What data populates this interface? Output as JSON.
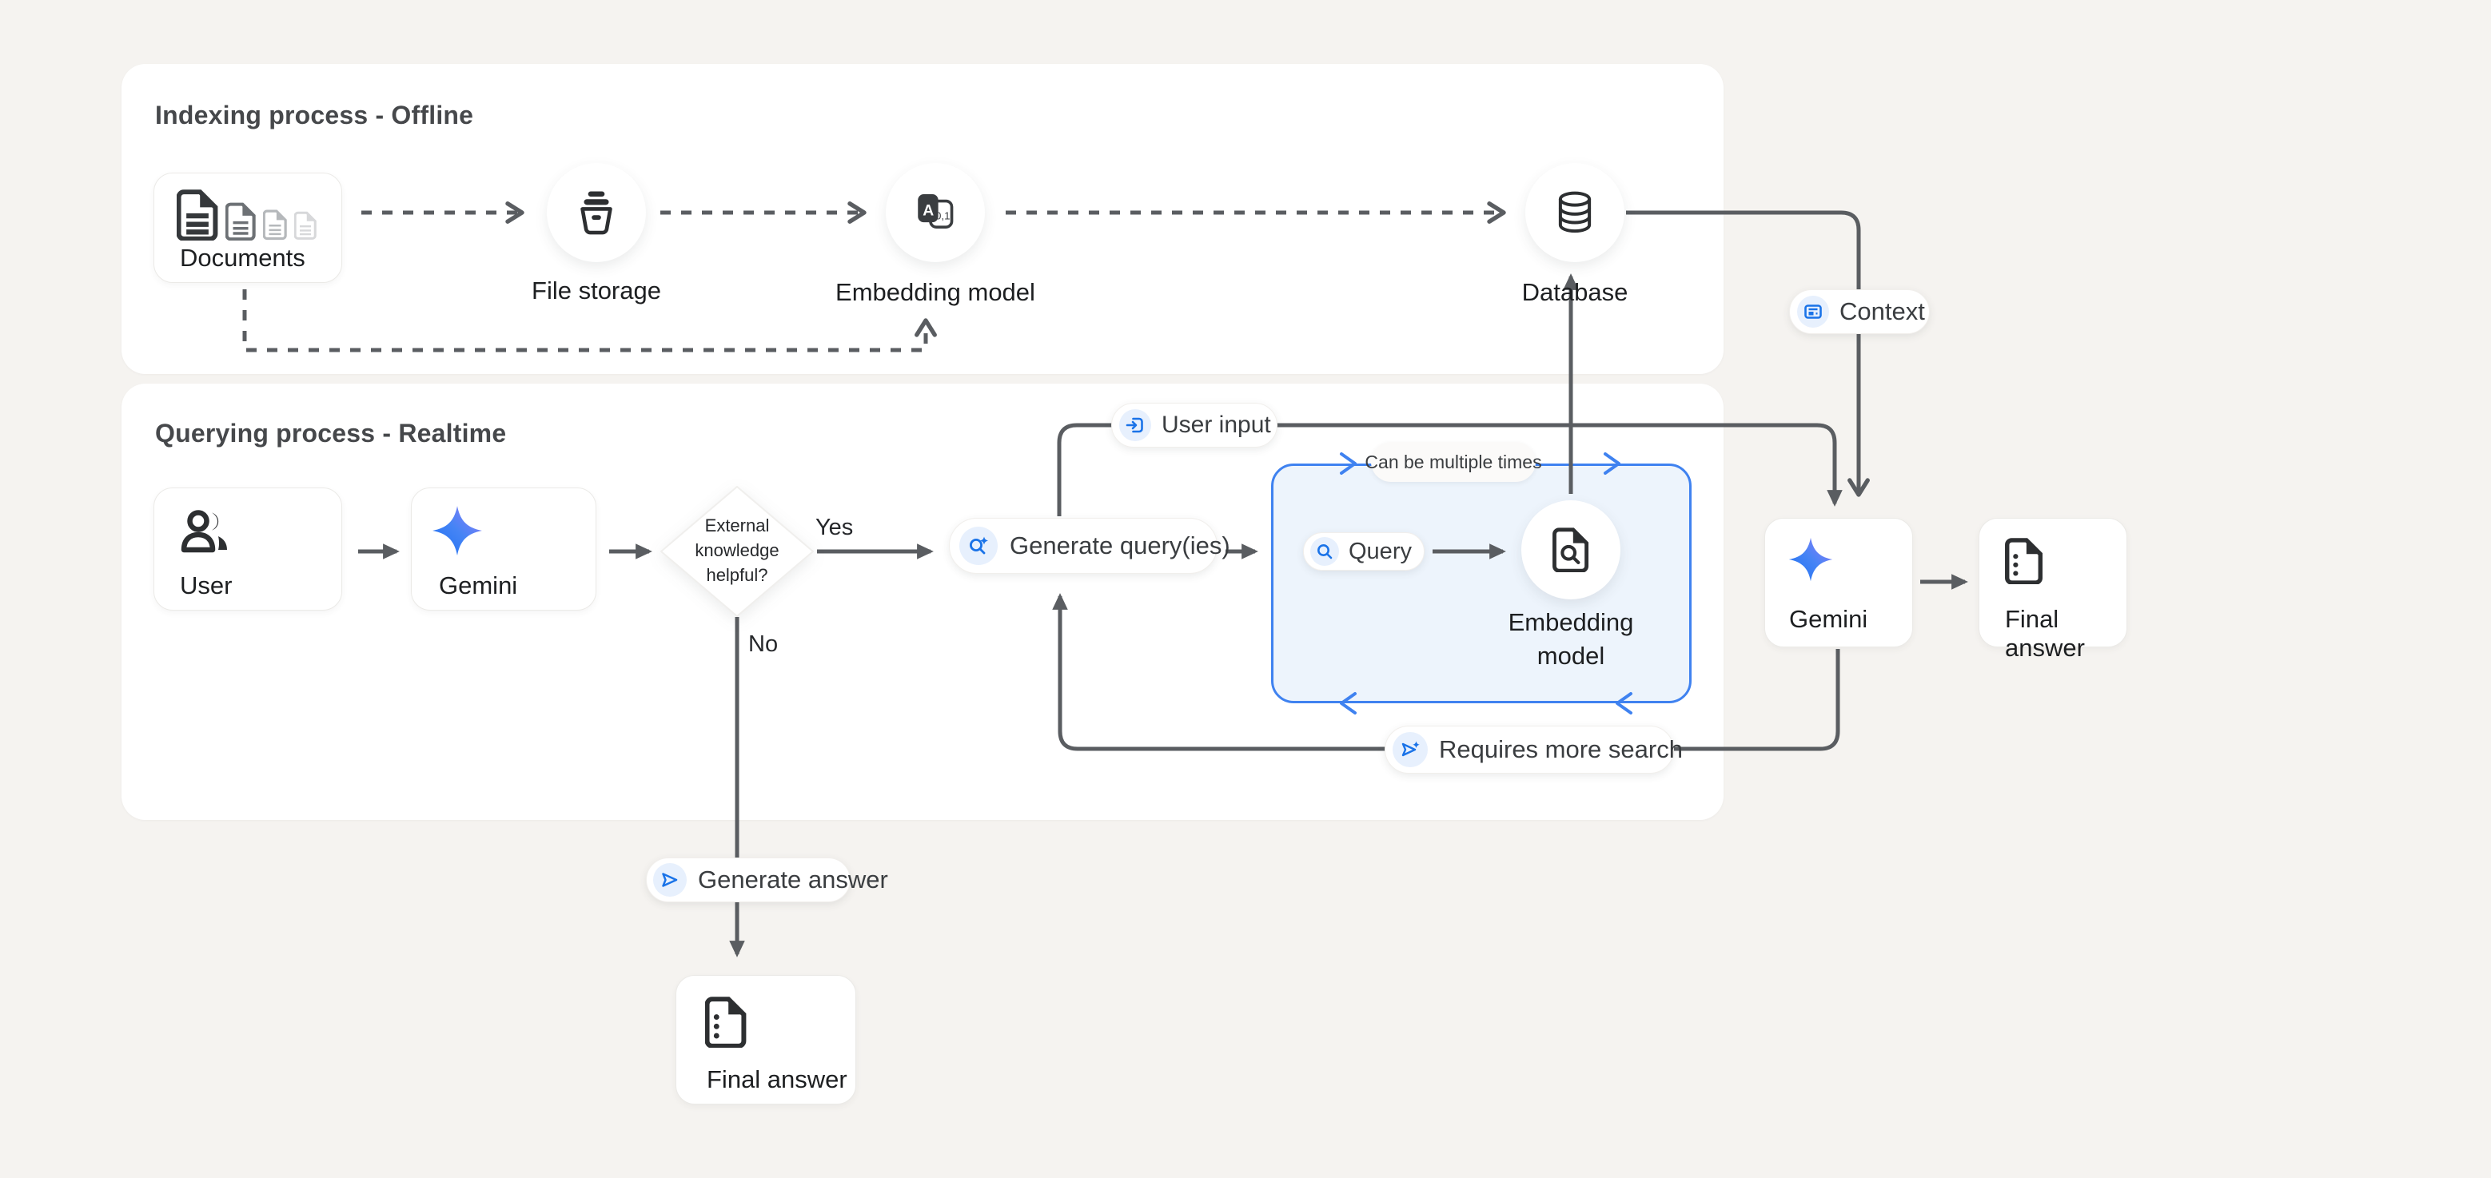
{
  "colors": {
    "background": "#f5f3f0",
    "line_gray": "#5a5d61",
    "accent_blue": "#1a73e8",
    "box_border_blue": "#3f82f0",
    "box_fill_blue": "#edf4fc",
    "icon_chip_blue": "#e7f0fd",
    "gemini_gradient_start": "#2f7cf4",
    "gemini_gradient_end": "#8b79f6"
  },
  "panels": {
    "indexing": {
      "title": "Indexing process - Offline"
    },
    "querying": {
      "title": "Querying process - Realtime"
    }
  },
  "nodes": {
    "documents": {
      "label": "Documents"
    },
    "file_storage": {
      "label": "File storage"
    },
    "embedding_offline": {
      "label": "Embedding model",
      "icon_letter": "A",
      "icon_digits": "0,1"
    },
    "database": {
      "label": "Database"
    },
    "user": {
      "label": "User"
    },
    "gemini_main": {
      "label": "Gemini"
    },
    "decision": {
      "lines": [
        "External",
        "knowledge",
        "helpful?"
      ]
    },
    "query_pill": {
      "label": "Query"
    },
    "embedding_query": {
      "label_line1": "Embedding",
      "label_line2": "model"
    },
    "gemini_answer": {
      "label": "Gemini"
    },
    "final_answer_right": {
      "label": "Final answer"
    },
    "final_answer_bottom": {
      "label": "Final answer"
    }
  },
  "pills": {
    "user_input": {
      "label": "User input"
    },
    "context": {
      "label": "Context"
    },
    "can_be_multiple_times": {
      "label": "Can be multiple times"
    },
    "generate_queries": {
      "label": "Generate query(ies)"
    },
    "requires_more_search": {
      "label": "Requires more search"
    },
    "generate_answer": {
      "label": "Generate answer"
    }
  },
  "edge_labels": {
    "yes": "Yes",
    "no": "No"
  }
}
